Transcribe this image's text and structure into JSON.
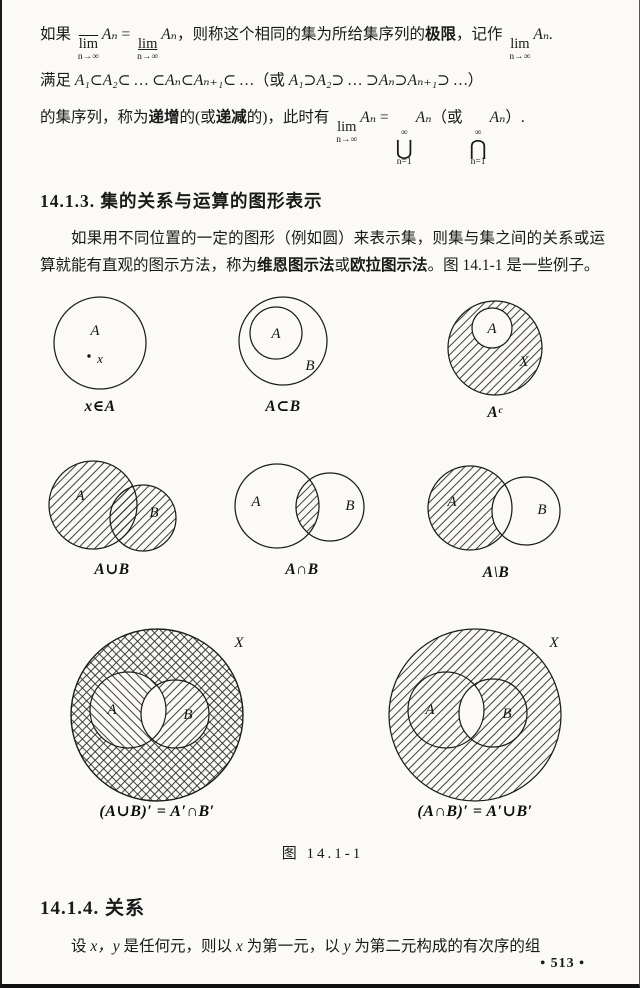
{
  "page_number": "• 513 •",
  "intro": {
    "l1_t1": "如果 ",
    "l1_limsup": "lim",
    "l1_limsup_sub": "n→∞",
    "l1_a1": "Aₙ",
    "l1_eq": " = ",
    "l1_liminf": "lim",
    "l1_liminf_sub": "n→∞",
    "l1_a2": "Aₙ",
    "l1_t2": "，则称这个相同的集为所给集序列的",
    "l1_bold": "极限",
    "l1_t3": "，记作 ",
    "l1_lim": "lim",
    "l1_lim_sub": "n→∞",
    "l1_a3": "Aₙ.",
    "l2_t1": "满足 ",
    "l2_f1": "A₁⊂A₂⊂ … ⊂Aₙ⊂Aₙ₊₁⊂ …",
    "l2_t2": "（或 ",
    "l2_f2": "A₁⊃A₂⊃ … ⊃Aₙ⊃Aₙ₊₁⊃ …",
    "l2_t3": "）",
    "l3_t1": "的集序列，称为",
    "l3_b1": "递增",
    "l3_t2": "的(或",
    "l3_b2": "递减",
    "l3_t3": "的)，此时有 ",
    "l3_lim": "lim",
    "l3_lim_sub": "n→∞",
    "l3_a1": "Aₙ",
    "l3_eq": " = ",
    "l3_cup_sup": "∞",
    "l3_cup": "⋃",
    "l3_cup_sub": "n=1",
    "l3_a2": "Aₙ",
    "l3_t4": "（或 ",
    "l3_cap_sup": "∞",
    "l3_cap": "⋂",
    "l3_cap_sub": "n=1",
    "l3_a3": "Aₙ",
    "l3_t5": "）."
  },
  "section_313": {
    "heading": "14.1.3. 集的关系与运算的图形表示",
    "p1": "如果用不同位置的一定的图形（例如圆）来表示集，则集与集之间的关系或运算就能有直观的图示方法，称为",
    "b1": "维恩图示法",
    "p2": "或",
    "b2": "欧拉图示法",
    "p3": "。图 14.1-1 是一些例子。"
  },
  "figure": {
    "caption": "图  14.1-1",
    "fig1": {
      "label_a": "A",
      "point": "x",
      "caption": "x∈A"
    },
    "fig2": {
      "label_a": "A",
      "label_b": "B",
      "caption": "A⊂B"
    },
    "fig3": {
      "label_a": "A",
      "label_x": "X",
      "caption": "Aᶜ"
    },
    "fig4": {
      "label_a": "A",
      "label_b": "B",
      "caption": "A∪B"
    },
    "fig5": {
      "label_a": "A",
      "label_b": "B",
      "caption": "A∩B"
    },
    "fig6": {
      "label_a": "A",
      "label_b": "B",
      "caption": "A\\B"
    },
    "fig7": {
      "label_a": "A",
      "label_b": "B",
      "label_x": "X",
      "caption": "(A∪B)′ = A′∩B′"
    },
    "fig8": {
      "label_a": "A",
      "label_b": "B",
      "label_x": "X",
      "caption": "(A∩B)′ = A′∪B′"
    }
  },
  "section_314": {
    "heading": "14.1.4. 关系",
    "p1": "设 ",
    "v1": "x，y",
    "p2": " 是任何元，则以 ",
    "v2": "x",
    "p3": " 为第一元，以 ",
    "v3": "y",
    "p4": " 为第二元构成的有次序的组"
  }
}
